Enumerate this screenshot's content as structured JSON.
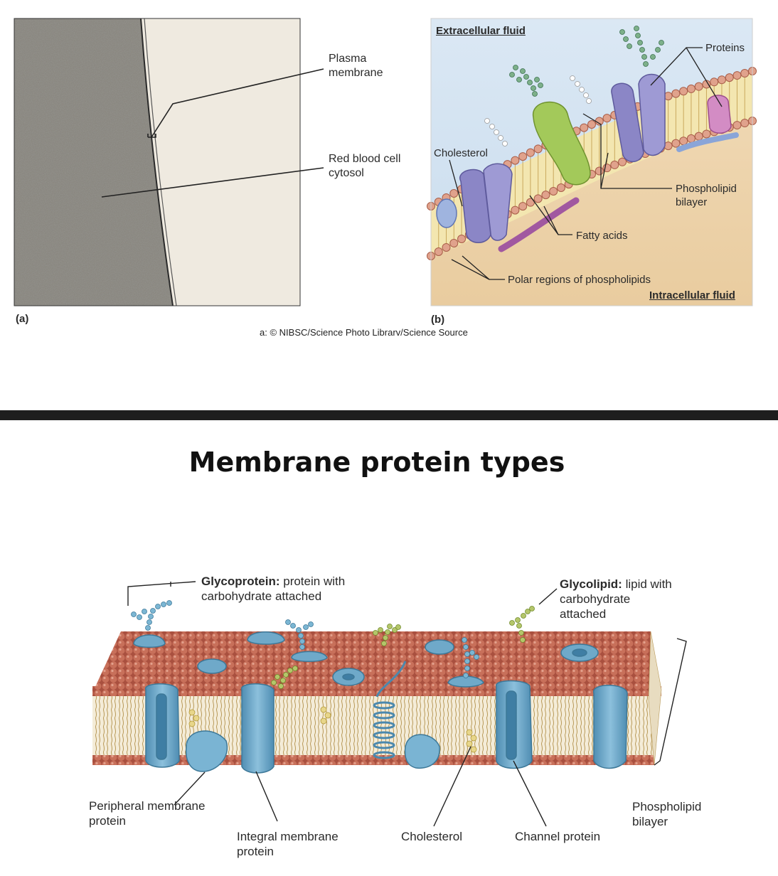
{
  "figure_top": {
    "panel_a": {
      "label": "(a)",
      "plasma_membrane": "Plasma\nmembrane",
      "rbc_cytosol": "Red blood cell\ncytosol"
    },
    "panel_b": {
      "label": "(b)",
      "extracellular": "Extracellular fluid",
      "intracellular": "Intracellular fluid",
      "proteins": "Proteins",
      "cholesterol": "Cholesterol",
      "phospholipid_bilayer": "Phospholipid\nbilayer",
      "fatty_acids": "Fatty acids",
      "polar_regions": "Polar regions of phospholipids"
    },
    "credit": "a: © NIBSC/Science Photo Librarv/Science Source"
  },
  "title": "Membrane protein types",
  "figure_bottom": {
    "glycoprotein_bold": "Glycoprotein:",
    "glycoprotein_rest": " protein with\ncarbohydrate attached",
    "glycolipid_bold": "Glycolipid:",
    "glycolipid_rest": " lipid with\ncarbohydrate\nattached",
    "peripheral": "Peripheral membrane\nprotein",
    "integral": "Integral membrane\nprotein",
    "cholesterol": "Cholesterol",
    "channel": "Channel protein",
    "bilayer": "Phospholipid\nbilayer"
  },
  "colors": {
    "head": "#c8705a",
    "protein_blue": "#6fa9c9",
    "protein_purple": "#8a86c4",
    "protein_green": "#9cc45a",
    "extracellular_bg": "#d4e4f2",
    "intracellular_bg": "#ecd3ae"
  }
}
